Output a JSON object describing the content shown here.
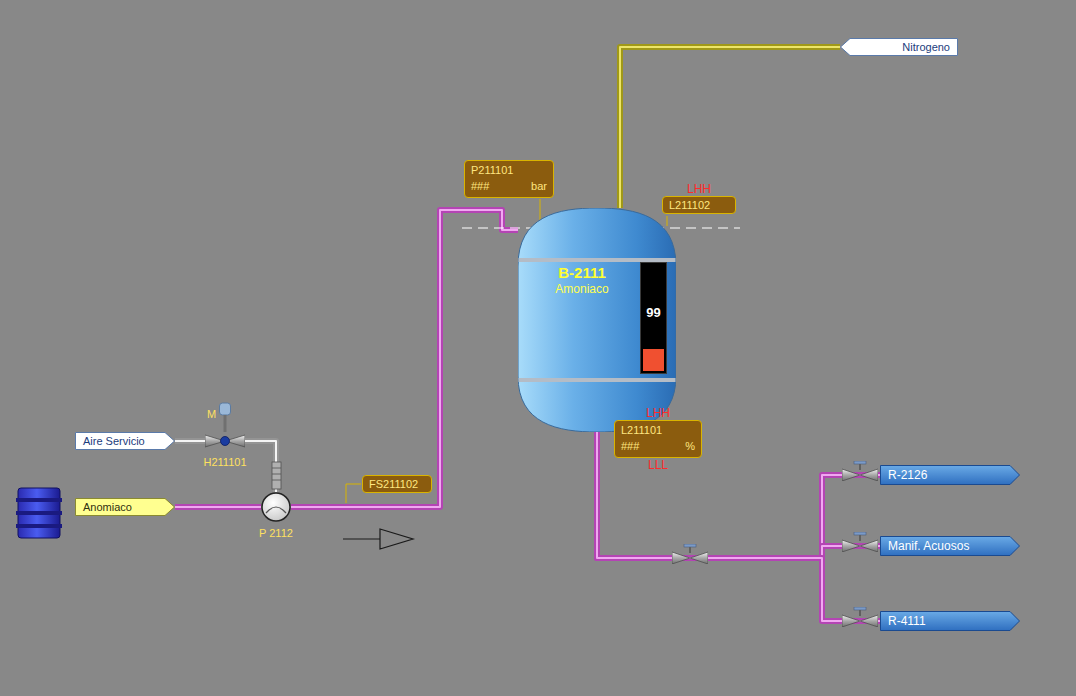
{
  "diagram": {
    "nodes": [
      {
        "text": [
          "Aire Servicio"
        ]
      },
      {
        "text": [
          "Anomiaco"
        ]
      },
      {
        "text": [
          "Nitrogeno"
        ]
      },
      {
        "text": [
          "B-2111",
          "Amoniaco"
        ]
      },
      {
        "text": [
          "99"
        ],
        "in": 3
      },
      {
        "text": [
          "P211101",
          "###",
          "bar"
        ]
      },
      {
        "text": [
          "LHH",
          "L211102"
        ]
      },
      {
        "text": [
          "LHH",
          "L211101",
          "###",
          "%",
          "LLL"
        ]
      },
      {
        "text": [
          "FS211102"
        ]
      },
      {
        "text": [
          "P 2112"
        ]
      },
      {
        "text": [
          "M",
          "H211101"
        ]
      },
      {
        "text": [
          "R-2126"
        ]
      },
      {
        "text": [
          "Manif. Acuosos"
        ]
      },
      {
        "text": [
          "R-4111"
        ]
      }
    ],
    "edges": [
      {
        "from": 0,
        "to": 10,
        "arrow": "none"
      },
      {
        "from": 10,
        "to": 9,
        "arrow": "none"
      },
      {
        "from": 1,
        "to": 9,
        "arrow": "none"
      },
      {
        "from": 9,
        "to": 3,
        "arrow": "none"
      },
      {
        "from": 2,
        "to": 3,
        "arrow": "none"
      },
      {
        "from": 3,
        "to": 11,
        "arrow": "none"
      },
      {
        "from": 3,
        "to": 12,
        "arrow": "none"
      },
      {
        "from": 3,
        "to": 13,
        "arrow": "none"
      }
    ]
  }
}
